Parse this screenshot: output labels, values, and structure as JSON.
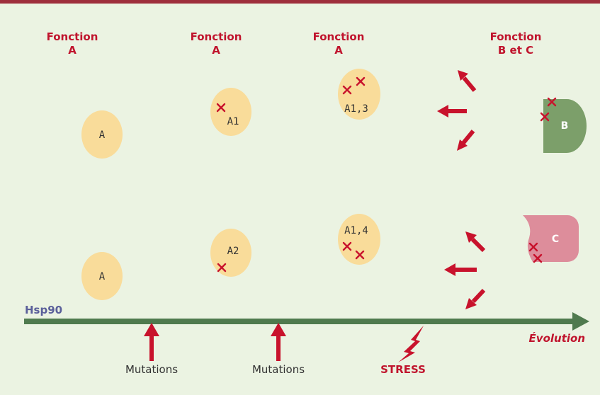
{
  "colors": {
    "background": "#ebf3e2",
    "top_rule": "#9e2f3c",
    "hsp90": "#5e66a3",
    "client_protein": "#f9dc9a",
    "protein_b": "#7c9f6a",
    "protein_c": "#dd8d9b",
    "arrow": "#c8122c",
    "timeline": "#4f7a4e"
  },
  "functions": [
    {
      "line1": "Fonction",
      "line2": "A"
    },
    {
      "line1": "Fonction",
      "line2": "A"
    },
    {
      "line1": "Fonction",
      "line2": "A"
    },
    {
      "line1": "Fonction",
      "line2": "B et C"
    }
  ],
  "proteins": {
    "top_a": "A",
    "bottom_a": "A",
    "a1": "A1",
    "a2": "A2",
    "a13": "A1,3",
    "a14": "A1,4",
    "b": "B",
    "c": "C"
  },
  "timeline": {
    "hsp90_label": "Hsp90",
    "evolution_label": "Évolution",
    "mutations_1": "Mutations",
    "mutations_2": "Mutations",
    "stress_label": "STRESS"
  }
}
